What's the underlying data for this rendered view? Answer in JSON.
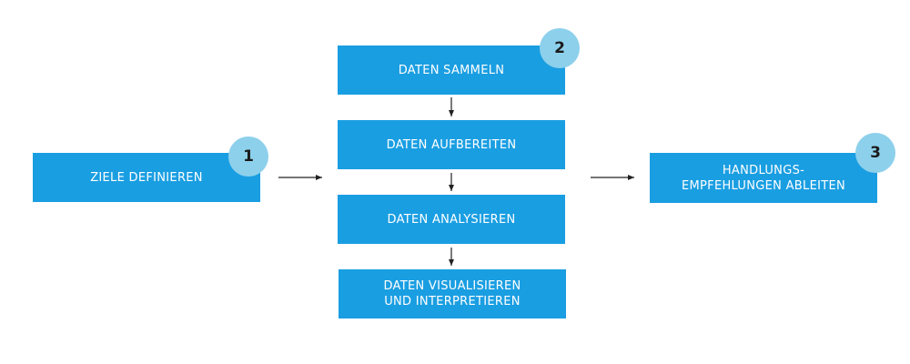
{
  "steps": {
    "define_goals": {
      "label": "ZIELE DEFINIEREN",
      "number": "1"
    },
    "collect_data": {
      "label": "DATEN SAMMELN",
      "number": "2"
    },
    "prepare_data": {
      "label": "DATEN AUFBEREITEN"
    },
    "analyze_data": {
      "label": "DATEN ANALYSIEREN"
    },
    "visualize_data": {
      "label_line1": "DATEN VISUALISIEREN",
      "label_line2": "UND INTERPRETIEREN"
    },
    "recommendations": {
      "label_line1": "HANDLUNGS-",
      "label_line2": "EMPFEHLUNGEN ABLEITEN",
      "number": "3"
    }
  },
  "colors": {
    "box": "#1a9ee2",
    "badge": "#8dd0eb",
    "arrow": "#222222"
  }
}
